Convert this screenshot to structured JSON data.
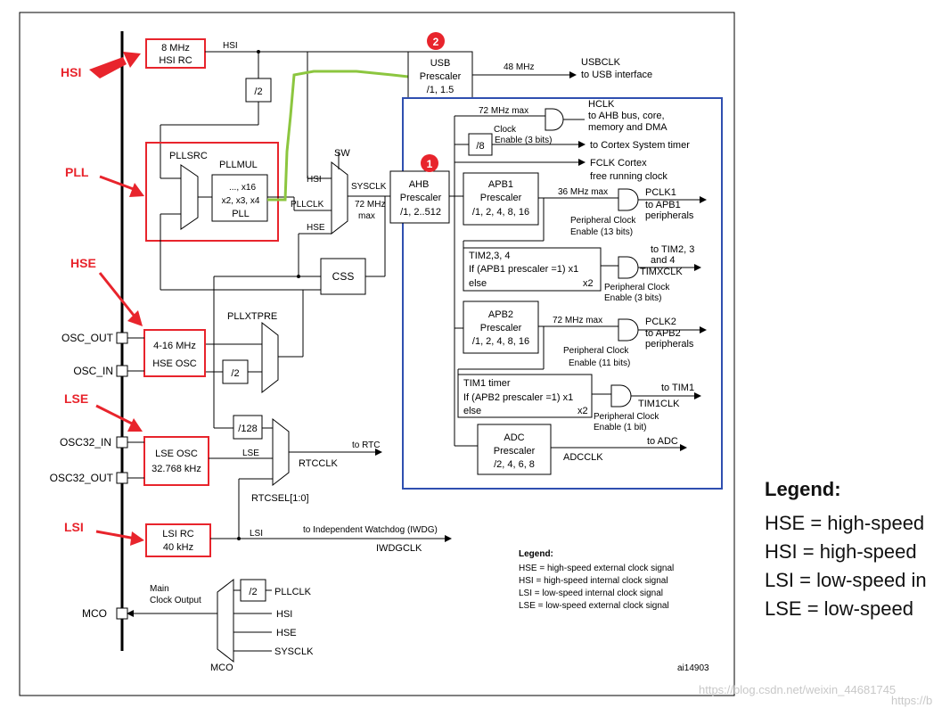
{
  "labels": {
    "hsi": "HSI",
    "pll": "PLL",
    "hse": "HSE",
    "lse": "LSE",
    "lsi": "LSI"
  },
  "markers": {
    "m1": "1",
    "m2": "2"
  },
  "blocks": {
    "hsirc_l1": "8 MHz",
    "hsirc_l2": "HSI RC",
    "div2_a": "/2",
    "pllsrc": "PLLSRC",
    "pllmul": "PLLMUL",
    "pll_l1": "..., x16",
    "pll_l2": "x2, x3, x4",
    "pll_l3": "PLL",
    "hseosc_l1": "4-16 MHz",
    "hseosc_l2": "HSE OSC",
    "lseosc_l1": "LSE OSC",
    "lseosc_l2": "32.768 kHz",
    "lsirc_l1": "LSI RC",
    "lsirc_l2": "40 kHz",
    "usb_l1": "USB",
    "usb_l2": "Prescaler",
    "usb_l3": "/1, 1.5",
    "usb_freq": "48 MHz",
    "usbclk": "USBCLK",
    "usb_iface": "to USB interface",
    "sw": "SW",
    "sw_hsi": "HSI",
    "sw_pllclk": "PLLCLK",
    "sw_hse": "HSE",
    "sysclk": "SYSCLK",
    "sysclk_max1": "72 MHz",
    "sysclk_max2": "max",
    "css": "CSS",
    "pllxtpre": "PLLXTPRE",
    "div2_b": "/2",
    "div128": "/128",
    "ahb_l1": "AHB",
    "ahb_l2": "Prescaler",
    "ahb_l3": "/1, 2..512",
    "hclk_max": "72 MHz max",
    "clock_en1": "Clock",
    "clock_en2": "Enable (3 bits)",
    "hclk": "HCLK",
    "hclk_d1": "to AHB bus, core,",
    "hclk_d2": "memory and DMA",
    "div8": "/8",
    "cortex_timer": "to Cortex System timer",
    "fclk1": "FCLK Cortex",
    "fclk2": "free running clock",
    "apb1_l1": "APB1",
    "apb1_l2": "Prescaler",
    "apb1_l3": "/1, 2, 4, 8, 16",
    "apb1_max": "36 MHz max",
    "pclk1": "PCLK1",
    "pclk1_d1": "to APB1",
    "pclk1_d2": "peripherals",
    "pce13_1": "Peripheral Clock",
    "pce13_2": "Enable (13 bits)",
    "tim234_l1": "TIM2,3, 4",
    "tim234_l2": "If (APB1 prescaler =1) x1",
    "tim234_l3": "else",
    "tim234_x2": "x2",
    "tim234_to1": "to TIM2, 3",
    "tim234_to2": "and 4",
    "timxclk": "TIMXCLK",
    "pce3_1": "Peripheral Clock",
    "pce3_2": "Enable (3 bits)",
    "apb2_l1": "APB2",
    "apb2_l2": "Prescaler",
    "apb2_l3": "/1, 2, 4, 8, 16",
    "apb2_max": "72 MHz max",
    "pclk2": "PCLK2",
    "pclk2_d1": "to APB2",
    "pclk2_d2": "peripherals",
    "pce11_1": "Peripheral Clock",
    "pce11_2": "Enable (11 bits)",
    "tim1_l1": "TIM1 timer",
    "tim1_l2": "If (APB2 prescaler =1) x1",
    "tim1_l3": "else",
    "tim1_x2": "x2",
    "to_tim1": "to TIM1",
    "tim1clk": "TIM1CLK",
    "pce1_1": "Peripheral Clock",
    "pce1_2": "Enable (1 bit)",
    "adc_l1": "ADC",
    "adc_l2": "Prescaler",
    "adc_l3": "/2, 4, 6, 8",
    "to_adc": "to ADC",
    "adcclk": "ADCCLK",
    "osc_out": "OSC_OUT",
    "osc_in": "OSC_IN",
    "osc32_in": "OSC32_IN",
    "osc32_out": "OSC32_OUT",
    "lse_line": "LSE",
    "rtcclk": "RTCCLK",
    "to_rtc": "to RTC",
    "rtcsel": "RTCSEL[1:0]",
    "lsi_line": "LSI",
    "iwdg_to": "to Independent Watchdog (IWDG)",
    "iwdgclk": "IWDGCLK",
    "mco": "MCO",
    "mco_main1": "Main",
    "mco_main2": "Clock Output",
    "mco_div2": "/2",
    "mco_pllclk": "PLLCLK",
    "mco_hsi": "HSI",
    "mco_hse": "HSE",
    "mco_sysclk": "SYSCLK",
    "mco_mux": "MCO",
    "figure_id": "ai14903"
  },
  "legend_small": {
    "title": "Legend:",
    "items": [
      "HSE = high-speed external clock signal",
      "HSI = high-speed internal clock signal",
      "LSI = low-speed internal clock signal",
      "LSE = low-speed external clock signal"
    ]
  },
  "legend_big": {
    "title": "Legend:",
    "items": [
      "HSE = high-speed",
      "HSI = high-speed",
      "LSI = low-speed in",
      "LSE = low-speed"
    ]
  },
  "watermark": "https://blog.csdn.net/weixin_44681745",
  "watermark2": "https://b",
  "colors": {
    "accent_red": "#e8242c",
    "highlight_blue": "#2f4fb0",
    "path_green": "#8cc63f"
  }
}
